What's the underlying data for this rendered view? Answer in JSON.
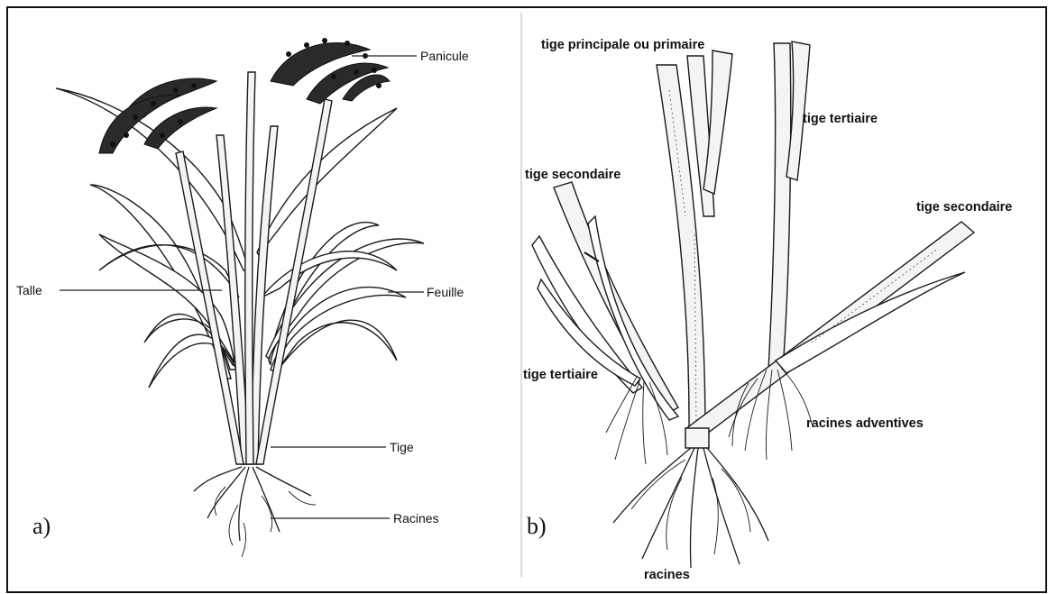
{
  "panel_a": {
    "id_label": "a)",
    "labels": {
      "panicule": "Panicule",
      "talle": "Talle",
      "feuille": "Feuille",
      "tige": "Tige",
      "racines": "Racines"
    }
  },
  "panel_b": {
    "id_label": "b)",
    "labels": {
      "tige_principale": "tige principale ou primaire",
      "tige_tertiaire_top": "tige tertiaire",
      "tige_secondaire_left": "tige secondaire",
      "tige_secondaire_right": "tige secondaire",
      "tige_tertiaire_left": "tige tertiaire",
      "racines_adventives": "racines adventives",
      "racines": "racines"
    }
  }
}
